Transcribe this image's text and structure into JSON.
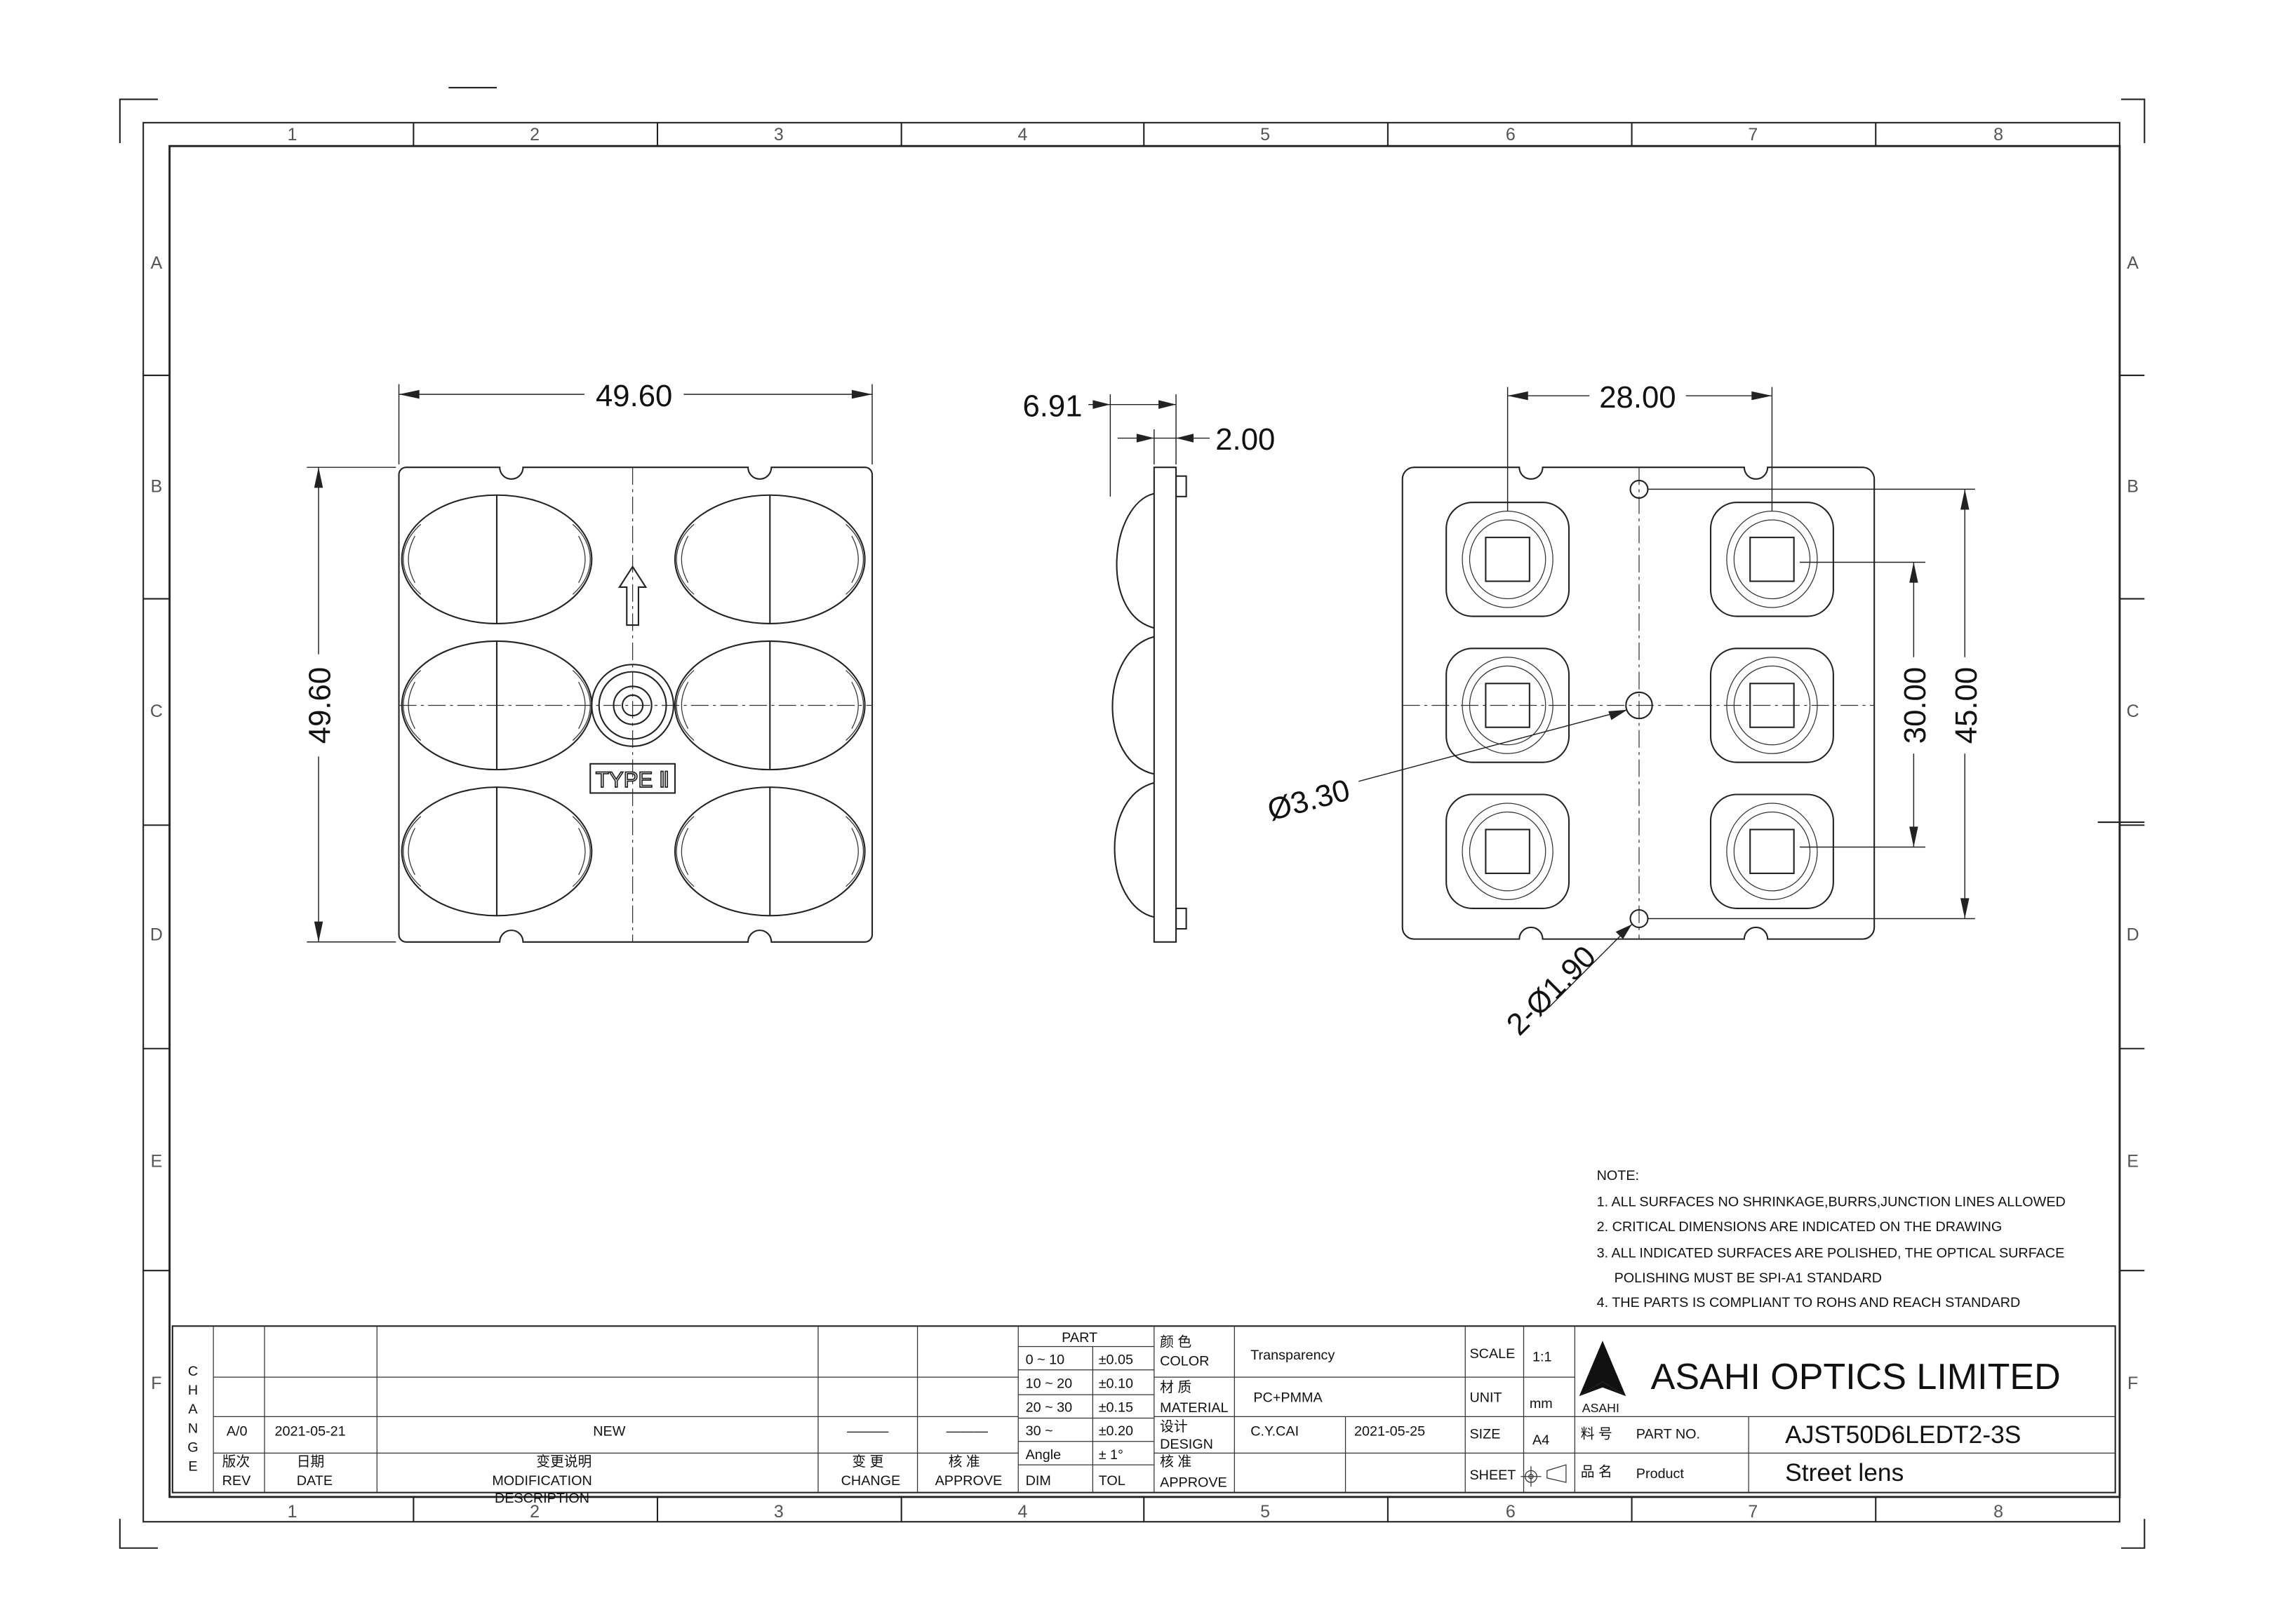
{
  "sheet": {
    "column_labels": [
      "1",
      "2",
      "3",
      "4",
      "5",
      "6",
      "7",
      "8"
    ],
    "row_labels": [
      "A",
      "B",
      "C",
      "D",
      "E",
      "F"
    ]
  },
  "views": {
    "front": {
      "width_dim": "49.60",
      "height_dim": "49.60",
      "marking": "TYPE Ⅱ"
    },
    "side": {
      "thickness_dim": "6.91",
      "plate_dim": "2.00"
    },
    "back": {
      "hole_pitch_x": "28.00",
      "hole_pitch_y": "30.00",
      "pin_pitch_y": "45.00",
      "center_hole": "Ø3.30",
      "pin_holes": "2-Ø1.90"
    }
  },
  "notes": {
    "title": "NOTE:",
    "items": [
      "1. ALL SURFACES NO SHRINKAGE,BURRS,JUNCTION LINES ALLOWED",
      "2. CRITICAL DIMENSIONS ARE INDICATED ON THE DRAWING",
      "3. ALL INDICATED SURFACES ARE POLISHED, THE OPTICAL SURFACE",
      "POLISHING MUST BE SPI-A1 STANDARD",
      "4. THE PARTS IS COMPLIANT TO ROHS AND REACH STANDARD"
    ]
  },
  "title_block": {
    "change_label": [
      "C",
      "H",
      "A",
      "N",
      "G",
      "E"
    ],
    "revision": {
      "rev": "A/0",
      "date": "2021-05-21",
      "description": "NEW",
      "change": "———",
      "approve": "———"
    },
    "headers": {
      "rev_cn": "版次",
      "rev": "REV",
      "date_cn": "日期",
      "date": "DATE",
      "desc_cn": "变更说明",
      "desc": "MODIFICATION",
      "desc2": "DESCRIPTION",
      "change_cn": "变 更",
      "change": "CHANGE",
      "approve_cn": "核 准",
      "approve": "APPROVE"
    },
    "tolerance": {
      "title": "PART",
      "rows": [
        {
          "dim": "0 ~ 10",
          "tol": "±0.05"
        },
        {
          "dim": "10 ~ 20",
          "tol": "±0.10"
        },
        {
          "dim": "20 ~ 30",
          "tol": "±0.15"
        },
        {
          "dim": "30 ~",
          "tol": "±0.20"
        },
        {
          "dim": "Angle",
          "tol": "± 1°"
        }
      ],
      "dim_label": "DIM",
      "tol_label": "TOL"
    },
    "color_cn": "颜 色",
    "color_label": "COLOR",
    "color": "Transparency",
    "material_cn": "材 质",
    "material_label": "MATERIAL",
    "material": "PC+PMMA",
    "design_cn": "设计",
    "design_label": "DESIGN",
    "designer": "C.Y.CAI",
    "design_date": "2021-05-25",
    "approve_cn": "核 准",
    "approve_label": "APPROVE",
    "scale_label": "SCALE",
    "scale": "1:1",
    "unit_label": "UNIT",
    "unit": "mm",
    "size_label": "SIZE",
    "size": "A4",
    "sheet_label": "SHEET",
    "company": "ASAHI OPTICS LIMITED",
    "logo_text": "ASAHI",
    "part_no_cn": "料 号",
    "part_no_label": "PART NO.",
    "part_no": "AJST50D6LEDT2-3S",
    "product_cn": "品 名",
    "product_label": "Product",
    "product": "Street lens"
  }
}
